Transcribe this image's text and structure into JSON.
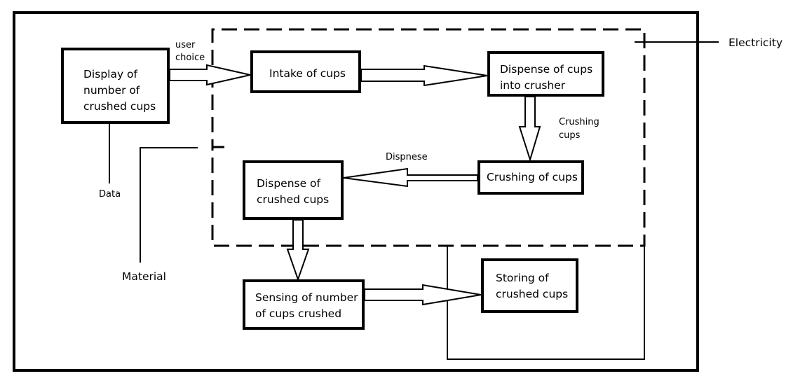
{
  "boxes": {
    "display": "Display of number of crushed cups",
    "intake": "Intake of cups",
    "dispense_into_crusher": "Dispense of cups into crusher",
    "crushing": "Crushing of cups",
    "dispense_crushed": "Dispense of crushed cups",
    "sensing": "Sensing of number of cups crushed",
    "storing": "Storing of crushed cups"
  },
  "flow_labels": {
    "user_choice": "user choice",
    "crushing_cups": "Crushing cups",
    "dispense": "Dispnese"
  },
  "inputs": {
    "electricity": "Electricity",
    "material": "Material",
    "data": "Data"
  }
}
